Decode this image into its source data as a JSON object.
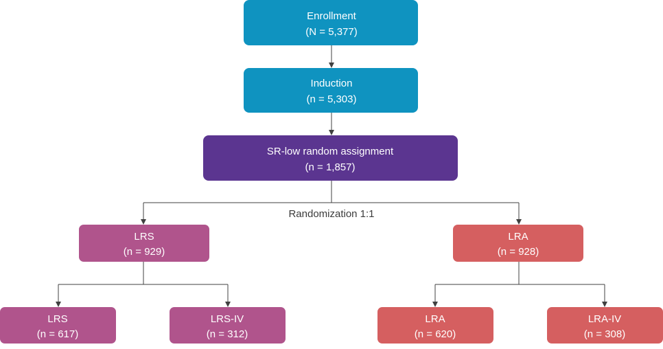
{
  "colors": {
    "blue": "#0f93c0",
    "purple": "#5b3590",
    "magenta": "#b0548c",
    "red": "#d55f60",
    "line": "#404040",
    "label_text": "#3a3a3a"
  },
  "diagram": {
    "enrollment": {
      "title": "Enrollment",
      "count": "(N = 5,377)"
    },
    "induction": {
      "title": "Induction",
      "count": "(n = 5,303)"
    },
    "assignment": {
      "title": "SR-low random assignment",
      "count": "(n = 1,857)"
    },
    "randomization_label": "Randomization 1:1",
    "lrs": {
      "title": "LRS",
      "count": "(n = 929)"
    },
    "lra": {
      "title": "LRA",
      "count": "(n = 928)"
    },
    "lrs_final": {
      "title": "LRS",
      "count": "(n = 617)"
    },
    "lrs_iv": {
      "title": "LRS-IV",
      "count": "(n = 312)"
    },
    "lra_final": {
      "title": "LRA",
      "count": "(n = 620)"
    },
    "lra_iv": {
      "title": "LRA-IV",
      "count": "(n = 308)"
    }
  }
}
